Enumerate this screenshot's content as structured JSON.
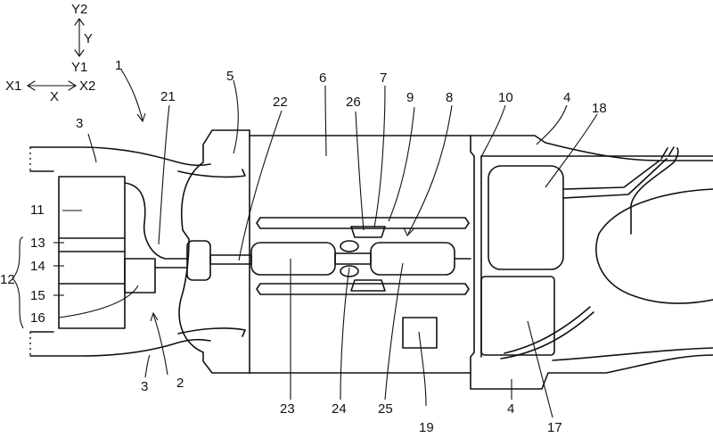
{
  "axes": {
    "y_top": "Y2",
    "y_mid": "Y",
    "y_bottom": "Y1",
    "x_left": "X1",
    "x_mid": "X",
    "x_right": "X2"
  },
  "labels": {
    "n1": "1",
    "n2": "2",
    "n3a": "3",
    "n3b": "3",
    "n4a": "4",
    "n4b": "4",
    "n5": "5",
    "n6": "6",
    "n7": "7",
    "n8": "8",
    "n9": "9",
    "n10": "10",
    "n11": "11",
    "n12": "12",
    "n13": "13",
    "n14": "14",
    "n15": "15",
    "n16": "16",
    "n17": "17",
    "n18": "18",
    "n19": "19",
    "n21": "21",
    "n22": "22",
    "n23": "23",
    "n24": "24",
    "n25": "25",
    "n26": "26"
  }
}
